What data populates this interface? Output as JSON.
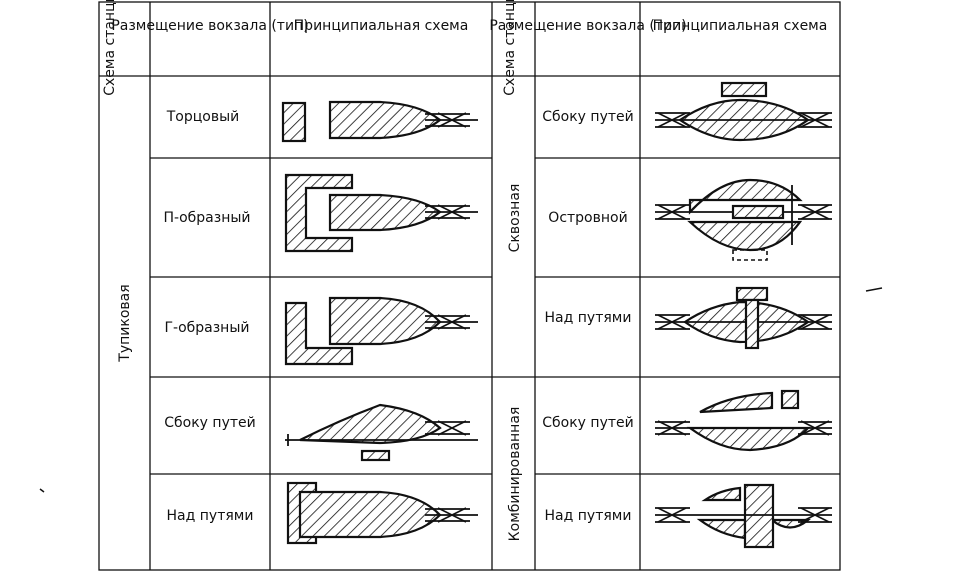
{
  "headers": {
    "scheme_left": "Схема станции",
    "placement_left": "Размещение вокзала (тип)",
    "diagram_left": "Принципиальная схема",
    "scheme_right": "Схема станции",
    "placement_right": "Размещение вокзала (тип)",
    "diagram_right": "Принципиальная схема"
  },
  "left_group": "Тупиковая",
  "right_group_top": "Сквозная",
  "right_group_bottom": "Комбинированная",
  "left_rows": [
    "Торцовый",
    "П-образный",
    "Г-образный",
    "Сбоку путей",
    "Над путями"
  ],
  "right_rows": [
    "Сбоку путей",
    "Островной",
    "Над путями",
    "Сбоку путей",
    "Над путями"
  ]
}
